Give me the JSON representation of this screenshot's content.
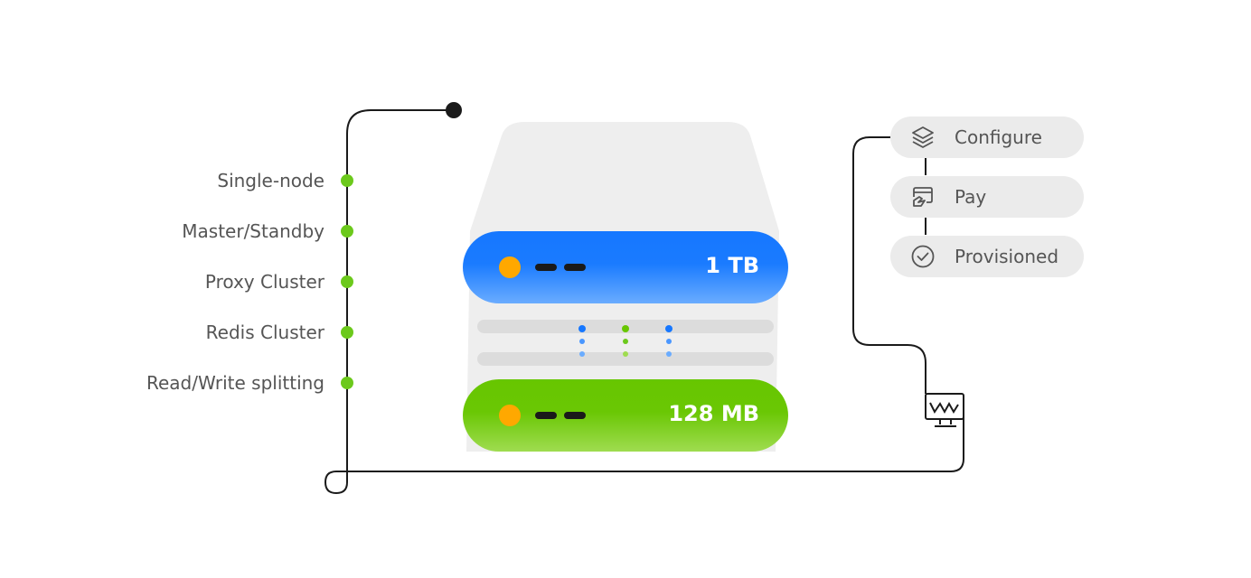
{
  "deployment_types": [
    "Single-node",
    "Master/Standby",
    "Proxy Cluster",
    "Redis Cluster",
    "Read/Write splitting"
  ],
  "capacity": {
    "max": "1 TB",
    "min": "128 MB"
  },
  "steps": [
    {
      "label": "Configure",
      "icon": "layers-icon"
    },
    {
      "label": "Pay",
      "icon": "payment-card-icon"
    },
    {
      "label": "Provisioned",
      "icon": "check-circle-icon"
    }
  ],
  "colors": {
    "blue": "#1677ff",
    "green": "#67c600",
    "node_dot": "#6cc91c",
    "orange": "#ffa800",
    "line": "#1a1a1a"
  }
}
